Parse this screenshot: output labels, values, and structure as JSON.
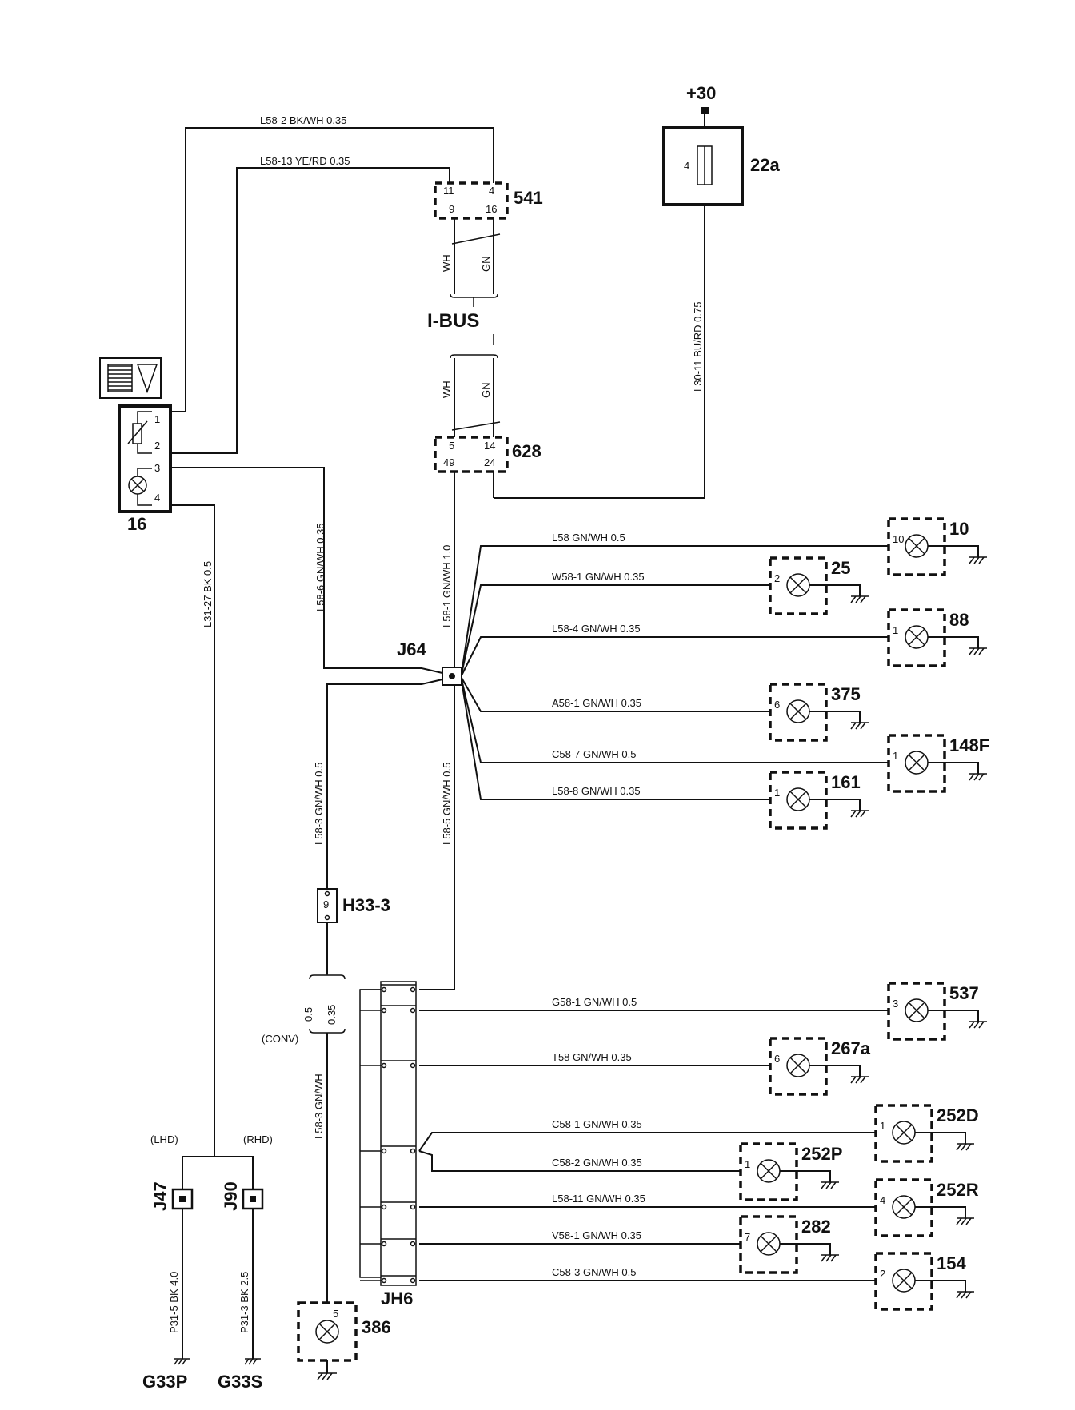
{
  "power": {
    "label": "+30"
  },
  "fuse": {
    "id": "22a",
    "pin": "4"
  },
  "ibus": {
    "label": "I-BUS",
    "wh": "WH",
    "gn": "GN"
  },
  "conv": {
    "label": "(CONV)",
    "a": "0.5",
    "b": "0.35"
  },
  "variants": {
    "lhd": "(LHD)",
    "rhd": "(RHD)"
  },
  "components": {
    "c541": {
      "id": "541",
      "pins": [
        "11",
        "4",
        "9",
        "16"
      ]
    },
    "c628": {
      "id": "628",
      "pins": [
        "5",
        "14",
        "49",
        "24"
      ]
    },
    "c16": {
      "id": "16",
      "pins": [
        "1",
        "2",
        "3",
        "4"
      ]
    },
    "j64": {
      "id": "J64"
    },
    "h333": {
      "id": "H33-3",
      "pin": "9"
    },
    "jh6": {
      "id": "JH6"
    },
    "j47": {
      "id": "J47"
    },
    "j90": {
      "id": "J90"
    },
    "g33p": {
      "id": "G33P"
    },
    "g33s": {
      "id": "G33S"
    },
    "c386": {
      "id": "386",
      "pin": "5"
    }
  },
  "wires": {
    "top1": "L58-2   BK/WH  0.35",
    "top2": "L58-13    YE/RD  0.35",
    "fusewire": "L30-11    BU/RD  0.75",
    "w_j64_628": "L58-1    GN/WH 1.0",
    "w_16_j64": "L58-6    GN/WH 0.35",
    "w_16_gnd": "L31-27    BK  0.5",
    "w_h33_j64": "L58-3    GN/WH 0.5",
    "w_jh6_j64": "L58-5    GN/WH 0.5",
    "w_386": "L58-3    GN/WH",
    "w_g33p": "P31-5    BK  4.0",
    "w_g33s": "P31-3    BK  2.5"
  },
  "lamps_j64": [
    {
      "id": "10",
      "pin": "10",
      "wire": "L58   GN/WH  0.5"
    },
    {
      "id": "25",
      "pin": "2",
      "wire": "W58-1   GN/WH  0.35"
    },
    {
      "id": "88",
      "pin": "1",
      "wire": "L58-4    GN/WH  0.35"
    },
    {
      "id": "375",
      "pin": "6",
      "wire": "A58-1       GN/WH  0.35"
    },
    {
      "id": "148F",
      "pin": "1",
      "wire": "C58-7    GN/WH  0.5"
    },
    {
      "id": "161",
      "pin": "1",
      "wire": "L58-8     GN/WH  0.35"
    }
  ],
  "lamps_jh6": [
    {
      "id": "537",
      "pin": "3",
      "wire": "G58-1       GN/WH  0.5"
    },
    {
      "id": "267a",
      "pin": "6",
      "wire": "T58   GN/WH  0.35"
    },
    {
      "id": "252D",
      "pin": "1",
      "wire": "C58-1    GN/WH  0.35"
    },
    {
      "id": "252P",
      "pin": "1",
      "wire": "C58-2     GN/WH  0.35"
    },
    {
      "id": "252R",
      "pin": "4",
      "wire": "L58-11     GN/WH  0.35"
    },
    {
      "id": "282",
      "pin": "7",
      "wire": "V58-1        GN/WH  0.35"
    },
    {
      "id": "154",
      "pin": "2",
      "wire": "C58-3   GN/WH  0.5"
    }
  ],
  "icons": {
    "dimmer": "dimmer-symbol-icon",
    "lamp": "lamp-icon",
    "ground": "ground-icon",
    "fuse": "fuse-icon"
  }
}
